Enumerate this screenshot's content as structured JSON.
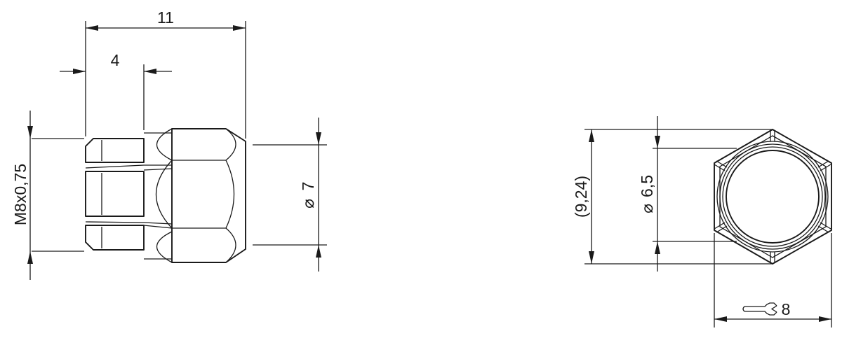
{
  "dimensions": {
    "overall_length": "11",
    "thread_length": "4",
    "thread_spec": "M8x0,75",
    "diameter_front": "7",
    "across_corners": "(9,24)",
    "diameter_bore": "6,5",
    "width_across_flats": "8"
  },
  "symbols": {
    "diameter": "⌀",
    "wrench": "wrench-across-flats-symbol"
  }
}
